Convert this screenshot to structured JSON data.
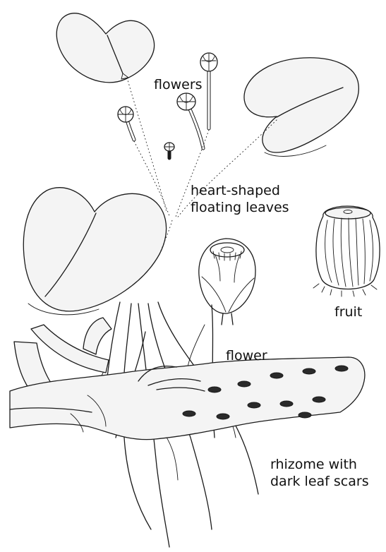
{
  "labels": {
    "flowers": "flowers",
    "leaves_line1": "heart-shaped",
    "leaves_line2": "floating leaves",
    "fruit": "fruit",
    "flower": "flower",
    "rhizome_line1": "rhizome with",
    "rhizome_line2": "dark leaf scars"
  },
  "colors": {
    "ink": "#1a1a1a",
    "background": "#ffffff"
  }
}
